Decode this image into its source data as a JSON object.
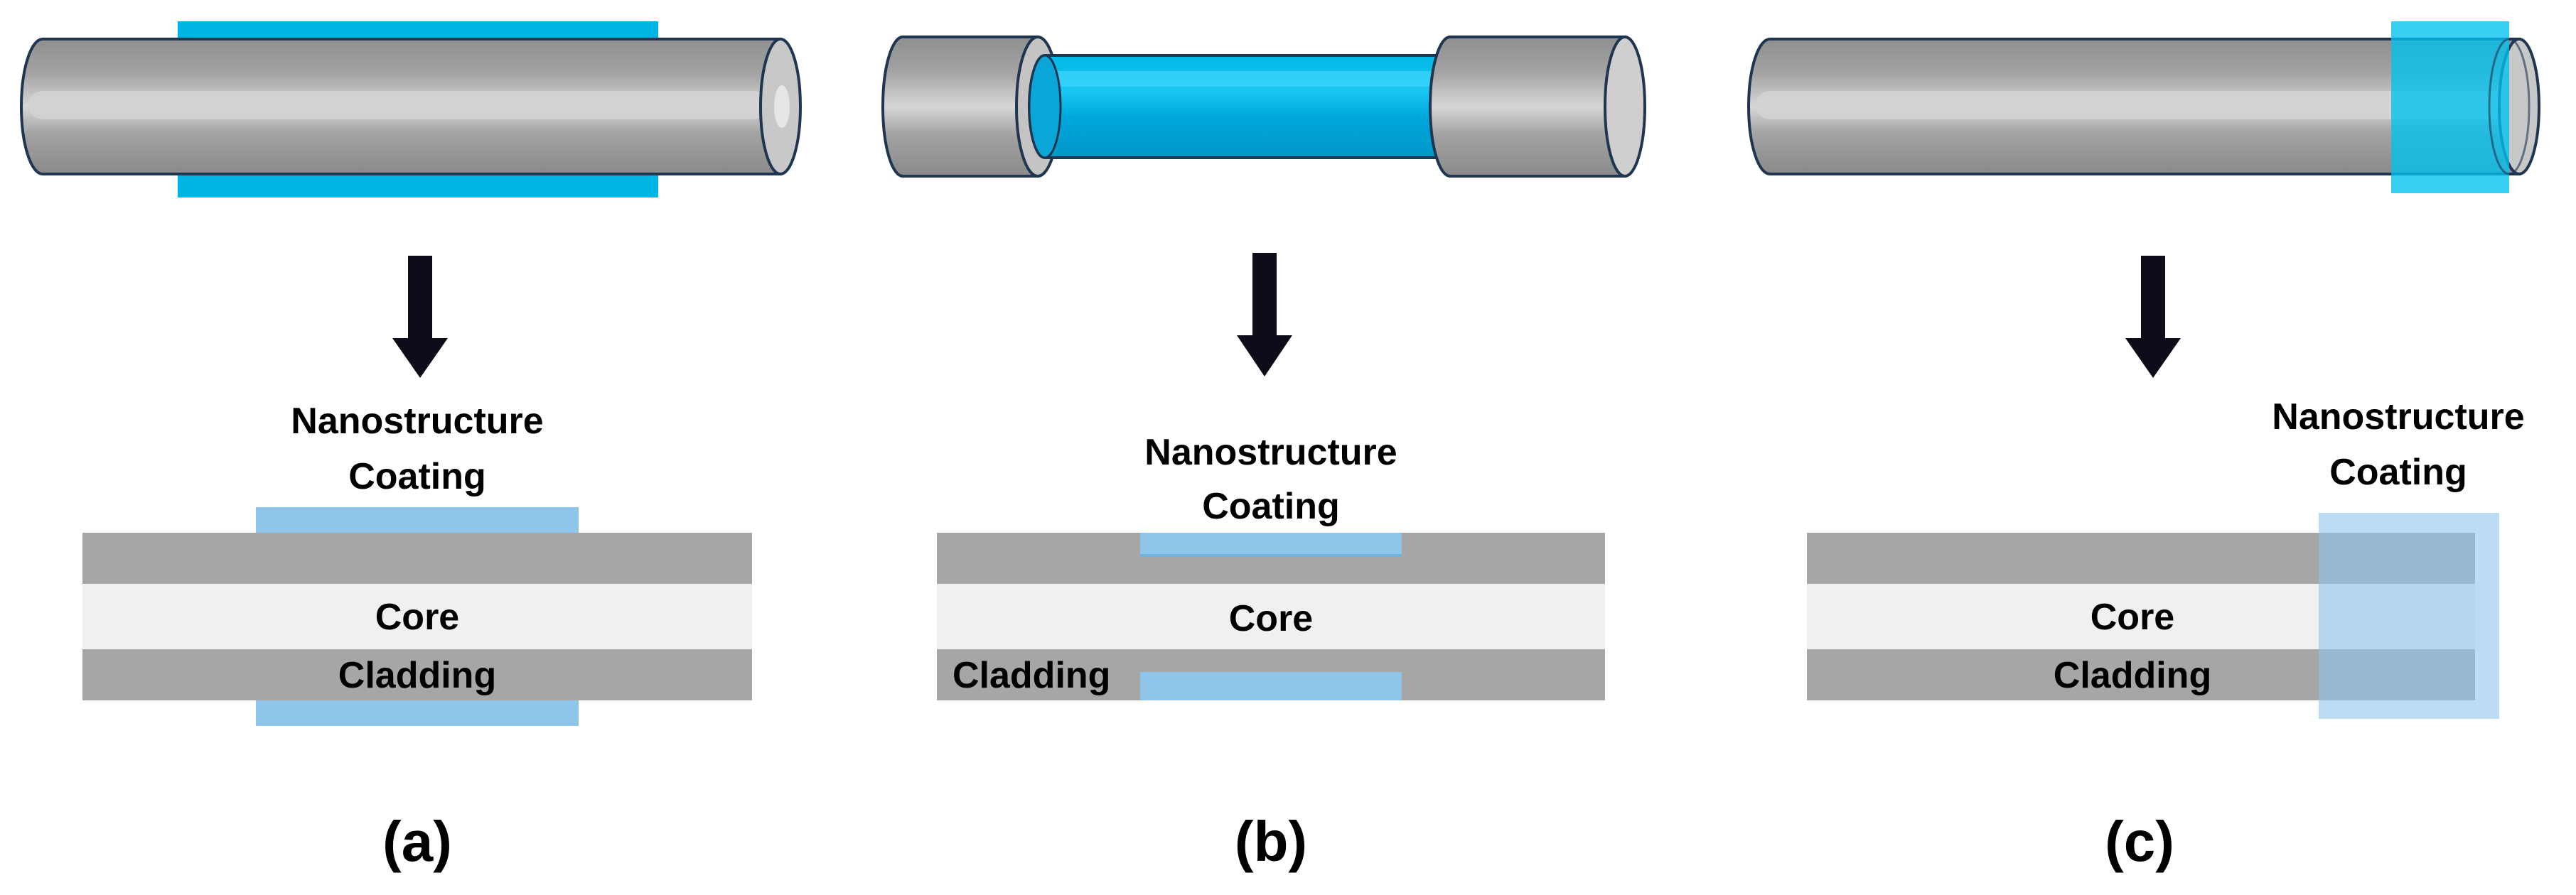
{
  "panels": [
    {
      "caption": "(a)",
      "coating_label_line1": "Nanostructure",
      "coating_label_line2": "Coating",
      "core_label": "Core",
      "cladding_label": "Cladding"
    },
    {
      "caption": "(b)",
      "coating_label_line1": "Nanostructure",
      "coating_label_line2": "Coating",
      "core_label": "Core",
      "cladding_label": "Cladding"
    },
    {
      "caption": "(c)",
      "coating_label_line1": "Nanostructure",
      "coating_label_line2": "Coating",
      "core_label": "Core",
      "cladding_label": "Cladding"
    }
  ],
  "colors": {
    "fiber_gray": "#a6a6a6",
    "fiber_dark_outline": "#1f3550",
    "fiber_highlight": "#d4d4d4",
    "coating_bright": "#00b4e6",
    "coating_light": "#8ec5ea",
    "core_fill": "#f0f0f0",
    "arrow": "#0d0d1a"
  }
}
